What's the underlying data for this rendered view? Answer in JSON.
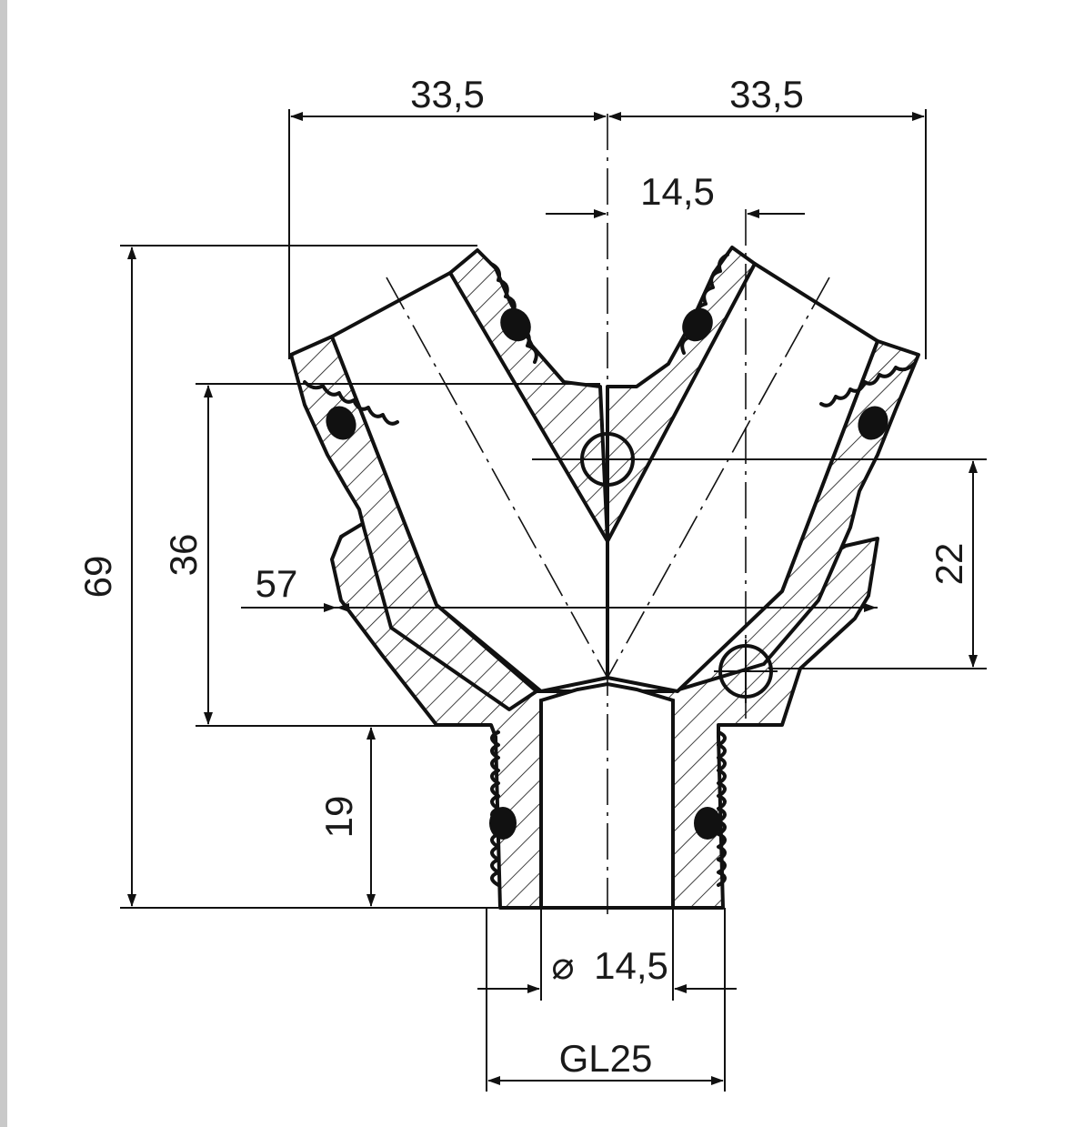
{
  "dimensions": {
    "top_left_width": "33,5",
    "top_right_width": "33,5",
    "port_offset": "14,5",
    "total_height": "69",
    "body_height": "36",
    "body_width": "57",
    "port_spacing": "22",
    "thread_length": "19",
    "bore_diameter": "14,5",
    "thread_size": "GL25"
  },
  "symbols": {
    "diameter": "⌀"
  }
}
